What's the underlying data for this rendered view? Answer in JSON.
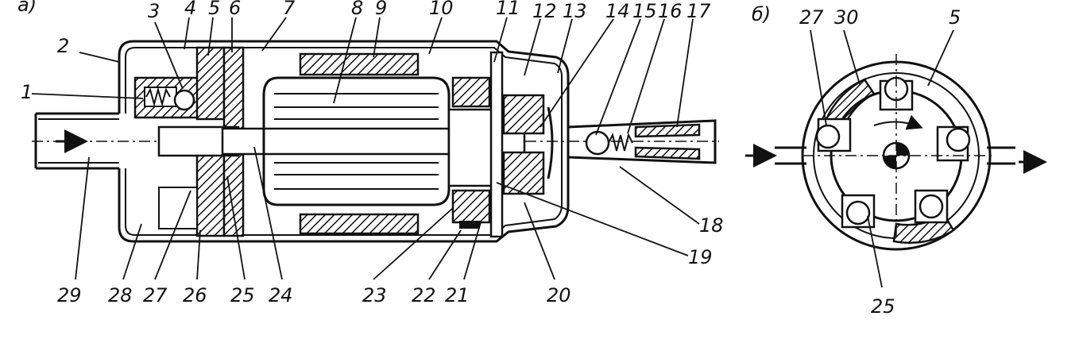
{
  "figure": {
    "panel_a_label": "а)",
    "panel_b_label": "б)",
    "callouts_a": [
      "1",
      "2",
      "3",
      "4",
      "5",
      "6",
      "7",
      "8",
      "9",
      "10",
      "11",
      "12",
      "13",
      "14",
      "15",
      "16",
      "17",
      "18",
      "19",
      "20",
      "21",
      "22",
      "23",
      "24",
      "25",
      "26",
      "27",
      "28",
      "29"
    ],
    "callouts_b": [
      "27",
      "30",
      "5",
      "25"
    ]
  },
  "colors": {
    "ink": "#111111",
    "paper": "#ffffff"
  }
}
